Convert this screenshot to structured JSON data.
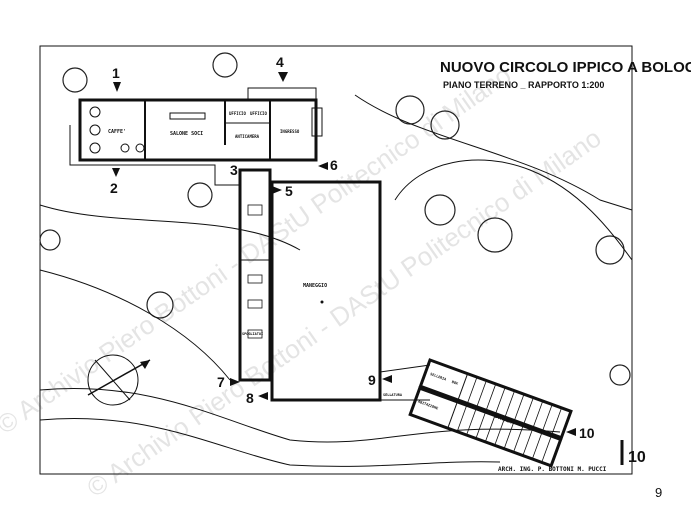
{
  "title": "NUOVO CIRCOLO IPPICO A BOLOGNA",
  "subtitle": "PIANO TERRENO _ RAPPORTO 1:200",
  "authors": "ARCH. ING. P. BOTTONI  M. PUCCI",
  "sheet_number": "10",
  "handwritten_number": "9",
  "rooms": {
    "caffe": "CAFFE'",
    "salone": "SALONE SOCI",
    "ufficio1": "UFFICIO",
    "ufficio2": "UFFICIO",
    "anticamera": "ANTICAMERA",
    "ingresso": "INGRESSO",
    "maneggio": "MANEGGIO",
    "spogliatoi": "SPOGLIATOI",
    "sellatura": "SELLATURA",
    "selleria": "SELLERIA",
    "stalla": "STALLA",
    "abitazione": "ABITAZIONE",
    "box": "BOX"
  },
  "entrances": [
    "1",
    "2",
    "3",
    "4",
    "5",
    "6",
    "7",
    "8",
    "9",
    "10"
  ],
  "watermark": "© Archivio Piero Bottoni - DAStU Politecnico di Milano",
  "colors": {
    "ink": "#111111",
    "paper": "#ffffff"
  }
}
